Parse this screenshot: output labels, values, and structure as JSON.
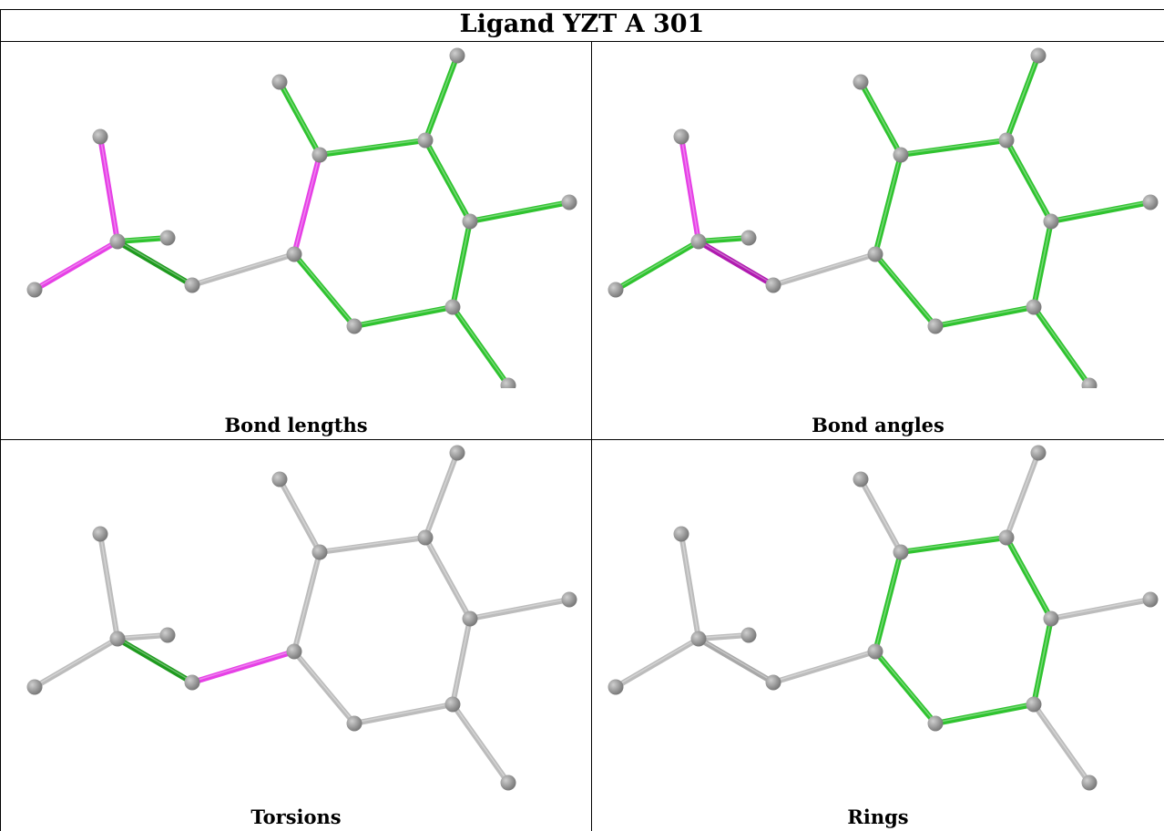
{
  "title": "Ligand YZT A 301",
  "colors": {
    "atom": "#7a7a7a",
    "atom_highlight": "#cfcfcf",
    "green": "#2fc32f",
    "dark_green": "#1e9a1e",
    "magenta": "#e640e6",
    "dark_magenta": "#b01ab0",
    "gray_bond": "#bcbcbc"
  },
  "panels": [
    {
      "id": "bond-lengths",
      "caption": "Bond lengths",
      "bond_colors": [
        "#e640e6",
        "#e640e6",
        "#2fc32f",
        "#1e9a1e",
        "#bcbcbc",
        "#e640e6",
        "#2fc32f",
        "#2fc32f",
        "#2fc32f",
        "#2fc32f",
        "#2fc32f",
        "#2fc32f",
        "#2fc32f",
        "#2fc32f",
        "#2fc32f"
      ]
    },
    {
      "id": "bond-angles",
      "caption": "Bond angles",
      "bond_colors": [
        "#e640e6",
        "#2fc32f",
        "#2fc32f",
        "#b01ab0",
        "#bcbcbc",
        "#2fc32f",
        "#2fc32f",
        "#2fc32f",
        "#2fc32f",
        "#2fc32f",
        "#2fc32f",
        "#2fc32f",
        "#2fc32f",
        "#2fc32f",
        "#2fc32f"
      ]
    },
    {
      "id": "torsions",
      "caption": "Torsions",
      "bond_colors": [
        "#bcbcbc",
        "#bcbcbc",
        "#bcbcbc",
        "#1e9a1e",
        "#e640e6",
        "#bcbcbc",
        "#bcbcbc",
        "#bcbcbc",
        "#bcbcbc",
        "#bcbcbc",
        "#bcbcbc",
        "#bcbcbc",
        "#bcbcbc",
        "#bcbcbc",
        "#bcbcbc"
      ]
    },
    {
      "id": "rings",
      "caption": "Rings",
      "bond_colors": [
        "#bcbcbc",
        "#bcbcbc",
        "#bcbcbc",
        "#a8a8a8",
        "#bcbcbc",
        "#2fc32f",
        "#2fc32f",
        "#2fc32f",
        "#2fc32f",
        "#2fc32f",
        "#2fc32f",
        "#bcbcbc",
        "#bcbcbc",
        "#bcbcbc",
        "#bcbcbc"
      ]
    }
  ]
}
